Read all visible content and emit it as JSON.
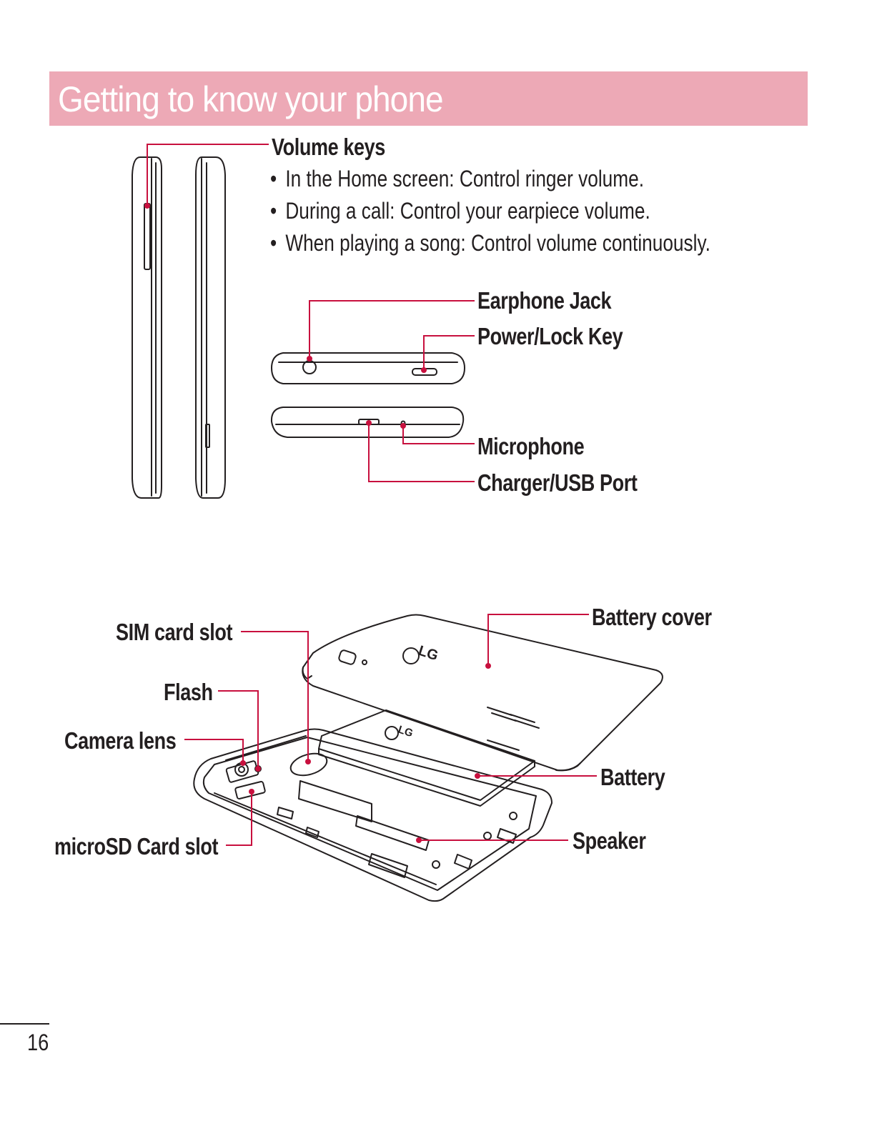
{
  "page": {
    "title": "Getting to know your phone",
    "page_number": "16"
  },
  "volume": {
    "heading": "Volume keys",
    "bullets": [
      "In the Home screen: Control ringer volume.",
      "During a call: Control your earpiece volume.",
      "When playing a song: Control volume continuously."
    ]
  },
  "top_bottom_labels": {
    "earphone_jack": "Earphone Jack",
    "power_lock_key": "Power/Lock Key",
    "microphone": "Microphone",
    "charger_usb_port": "Charger/USB Port"
  },
  "back_labels": {
    "battery_cover": "Battery cover",
    "sim_card_slot": "SIM card slot",
    "flash": "Flash",
    "camera_lens": "Camera lens",
    "battery": "Battery",
    "microsd_card_slot": "microSD Card slot",
    "speaker": "Speaker"
  },
  "logo_text": "LG",
  "colors": {
    "accent": "#c8103e",
    "title_bar": "#eda9b6",
    "ink": "#231f20"
  }
}
